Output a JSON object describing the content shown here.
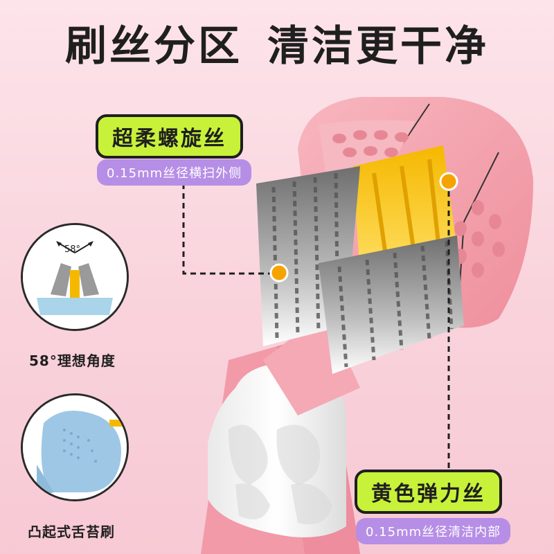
{
  "headline": {
    "part1": "刷丝分区",
    "part2": "清洁更干净"
  },
  "tags": [
    {
      "title": "超柔螺旋丝",
      "subtitle": "0.15mm丝径横扫外侧"
    },
    {
      "title": "黄色弹力丝",
      "subtitle": "0.15mm丝径清洁内部"
    }
  ],
  "features": [
    {
      "caption": "58°理想角度",
      "angle_label": "58°"
    },
    {
      "caption": "凸起式舌苔刷"
    }
  ],
  "colors": {
    "accent_green": "#c8f23a",
    "label_purple": "#b68ee6",
    "brush_pink": "#f3a3ad",
    "bristle_yellow": "#f5b800",
    "dot_orange": "#f5a300"
  }
}
